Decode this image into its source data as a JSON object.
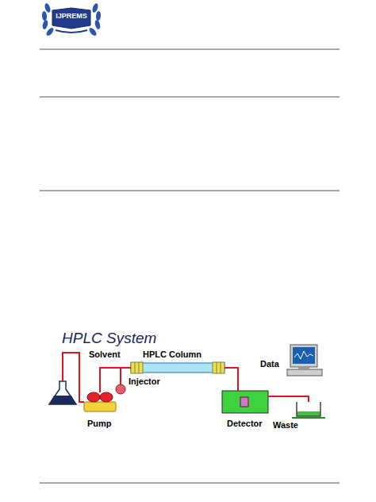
{
  "diagram": {
    "title": "HPLC System",
    "nodes": [
      {
        "text": [
          "Solvent"
        ]
      },
      {
        "text": [
          "Pump"
        ]
      },
      {
        "text": [
          "Injector"
        ]
      },
      {
        "text": [
          "HPLC Column"
        ]
      },
      {
        "text": [
          "Detector"
        ]
      },
      {
        "text": [
          "Data"
        ]
      },
      {
        "text": [
          "Waste"
        ]
      }
    ],
    "edges": [
      {
        "from": 0,
        "to": 1,
        "arrow": "none"
      },
      {
        "from": 1,
        "to": 3,
        "arrow": "none"
      },
      {
        "from": 3,
        "to": 4,
        "arrow": "none"
      },
      {
        "from": 4,
        "to": 6,
        "arrow": "none"
      }
    ],
    "labels": [
      "IJPREMS"
    ]
  }
}
